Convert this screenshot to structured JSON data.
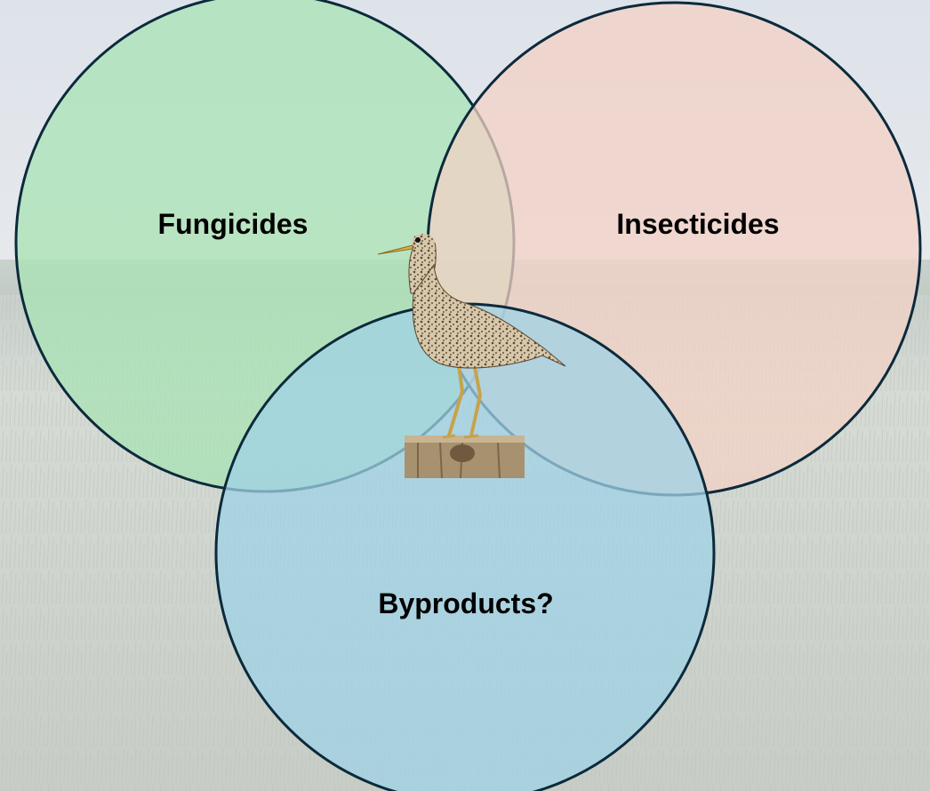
{
  "diagram": {
    "type": "venn",
    "sets": [
      {
        "label": "Fungicides",
        "color": "#a8e3b4"
      },
      {
        "label": "Insecticides",
        "color": "#f3d2c6"
      },
      {
        "label": "Byproducts?",
        "color": "#9fd2e6"
      }
    ],
    "outline_color": "#0c2a3c",
    "center_image": "bird-on-post"
  },
  "background": {
    "sky_color": "#e1e6ec",
    "field_color": "#cfd5cf",
    "tree_line_color": "#b9c3bb"
  }
}
